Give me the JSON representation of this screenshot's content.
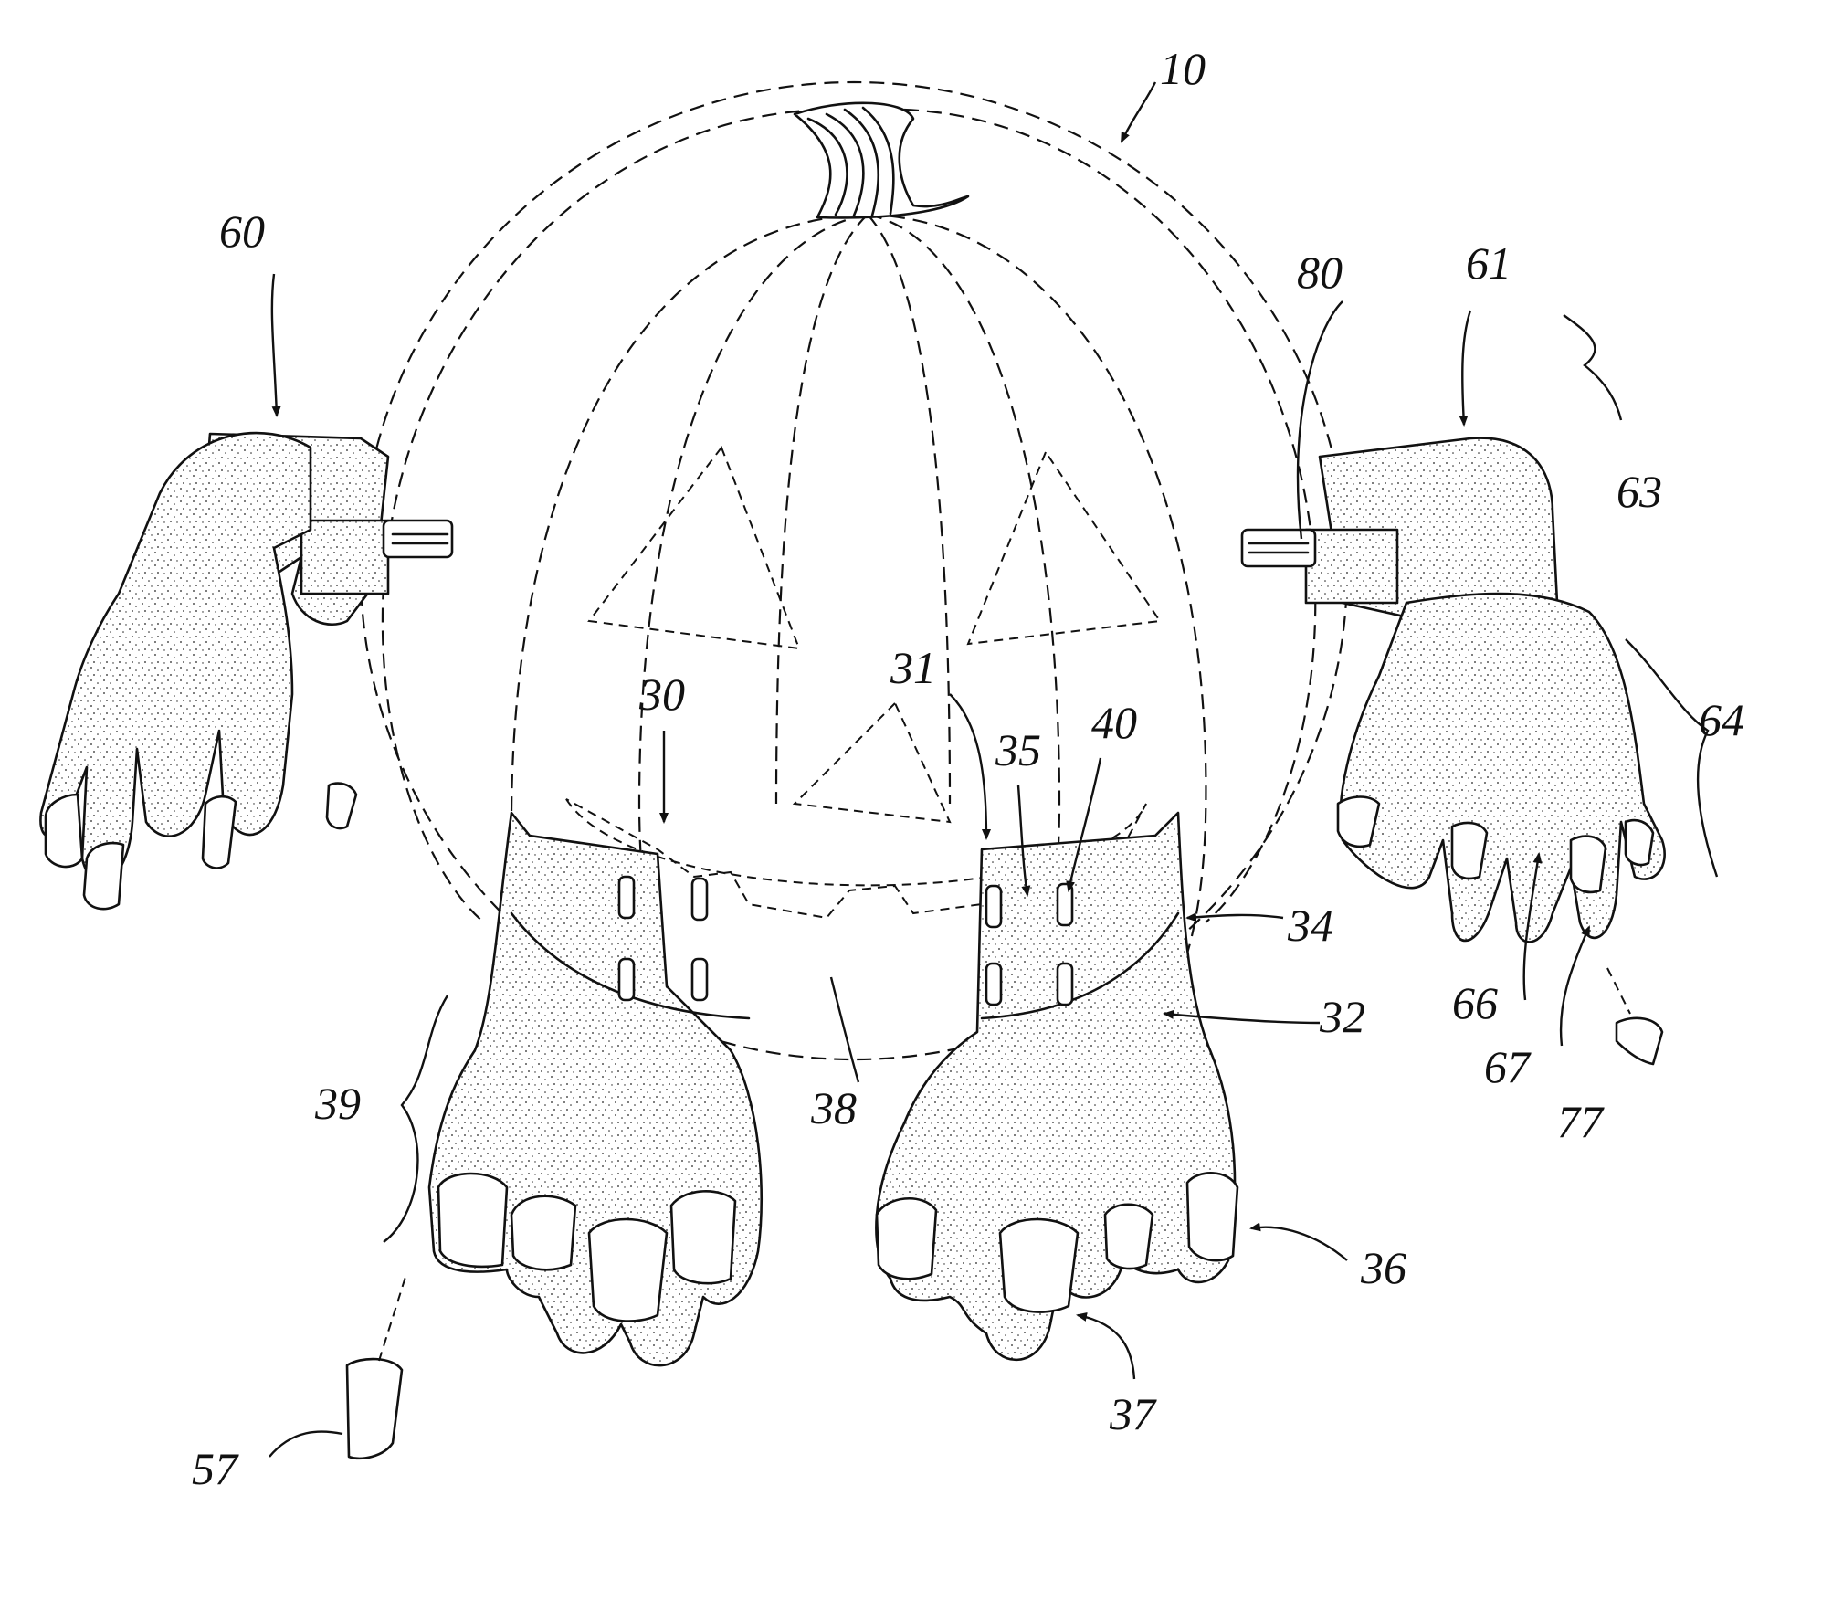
{
  "figure": {
    "reference_numerals": [
      {
        "id": "n10",
        "text": "10"
      },
      {
        "id": "n60",
        "text": "60"
      },
      {
        "id": "n61",
        "text": "61"
      },
      {
        "id": "n80",
        "text": "80"
      },
      {
        "id": "n63",
        "text": "63"
      },
      {
        "id": "n64",
        "text": "64"
      },
      {
        "id": "n30",
        "text": "30"
      },
      {
        "id": "n31",
        "text": "31"
      },
      {
        "id": "n35",
        "text": "35"
      },
      {
        "id": "n40",
        "text": "40"
      },
      {
        "id": "n34",
        "text": "34"
      },
      {
        "id": "n32",
        "text": "32"
      },
      {
        "id": "n39",
        "text": "39"
      },
      {
        "id": "n38",
        "text": "38"
      },
      {
        "id": "n36",
        "text": "36"
      },
      {
        "id": "n37",
        "text": "37"
      },
      {
        "id": "n57",
        "text": "57"
      },
      {
        "id": "n66",
        "text": "66"
      },
      {
        "id": "n67",
        "text": "67"
      },
      {
        "id": "n77",
        "text": "77"
      }
    ]
  }
}
